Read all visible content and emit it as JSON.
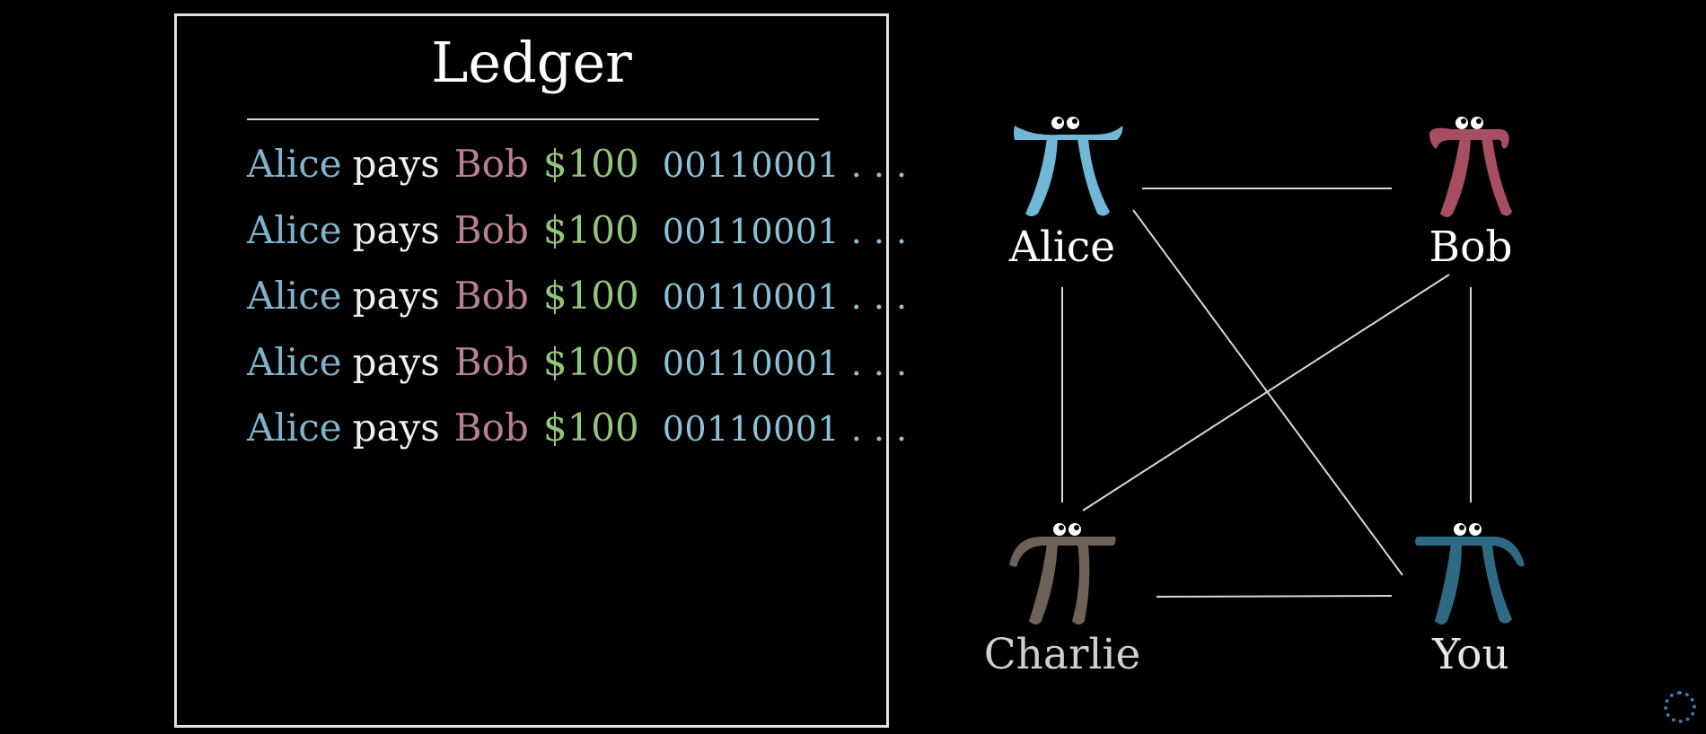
{
  "ledger": {
    "title": "Ledger",
    "rows": [
      {
        "payer": "Alice",
        "verb": "pays",
        "payee": "Bob",
        "amount": "$100",
        "signature": "00110001 . . ."
      },
      {
        "payer": "Alice",
        "verb": "pays",
        "payee": "Bob",
        "amount": "$100",
        "signature": "00110001 . . ."
      },
      {
        "payer": "Alice",
        "verb": "pays",
        "payee": "Bob",
        "amount": "$100",
        "signature": "00110001 . . ."
      },
      {
        "payer": "Alice",
        "verb": "pays",
        "payee": "Bob",
        "amount": "$100",
        "signature": "00110001 . . ."
      },
      {
        "payer": "Alice",
        "verb": "pays",
        "payee": "Bob",
        "amount": "$100",
        "signature": "00110001 . . ."
      }
    ]
  },
  "network": {
    "nodes": [
      {
        "id": "alice",
        "label": "Alice",
        "color": "#6fb8d8"
      },
      {
        "id": "bob",
        "label": "Bob",
        "color": "#a84e62"
      },
      {
        "id": "charlie",
        "label": "Charlie",
        "color": "#6e6258"
      },
      {
        "id": "you",
        "label": "You",
        "color": "#2f6a84"
      }
    ],
    "edges": [
      [
        "alice",
        "bob"
      ],
      [
        "alice",
        "charlie"
      ],
      [
        "alice",
        "you"
      ],
      [
        "bob",
        "charlie"
      ],
      [
        "bob",
        "you"
      ],
      [
        "charlie",
        "you"
      ]
    ]
  },
  "colors": {
    "background": "#000000",
    "frame": "#e2e2e2",
    "edge": "#d9d9d9",
    "payer_text": "#7fb3cc",
    "payee_text": "#b88090",
    "amount_text": "#94c47c",
    "signature_text": "#8cc2d8"
  }
}
